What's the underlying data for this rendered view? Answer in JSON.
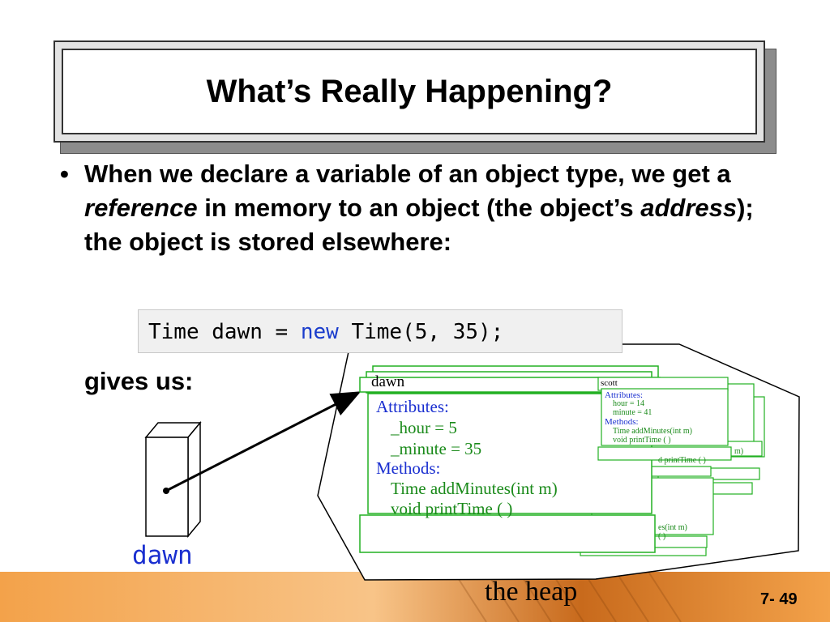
{
  "title": "What’s Really Happening?",
  "bullet": {
    "part1": "When we declare a variable of an object type, we get a ",
    "reference": "reference",
    "part2": " in memory to an object (the object’s ",
    "address": "address",
    "part3": "); the object is stored elsewhere:"
  },
  "code": {
    "pre": "Time dawn = ",
    "keyword": "new",
    "post": " Time(5, 35);"
  },
  "gives_us": "gives us:",
  "variable_label": "dawn",
  "heap_label": "the heap",
  "slide_number": "7- 49",
  "dawn_object": {
    "name": "dawn",
    "attributes_header": "Attributes:",
    "attr1": "_hour = 5",
    "attr2": "_minute = 35",
    "methods_header": "Methods:",
    "method1": "Time addMinutes(int m)",
    "method2": "void printTime ( )"
  },
  "scott_object": {
    "name": "scott",
    "attributes_header": "Attributes:",
    "attr1": "hour = 14",
    "attr2": "minute = 41",
    "methods_header": "Methods:",
    "method1": "Time addMinutes(int m)",
    "method2": "void printTime ( )"
  },
  "hidden_fragments": {
    "frag1": "m)",
    "frag2": "d printTime ( )",
    "frag3": "es(int m)",
    "frag4": "( )"
  },
  "colors": {
    "box_green": "#22b022",
    "attr_blue": "#1a2fd0",
    "value_green": "#1a8a1a",
    "footer_orange": "#f0a040"
  }
}
